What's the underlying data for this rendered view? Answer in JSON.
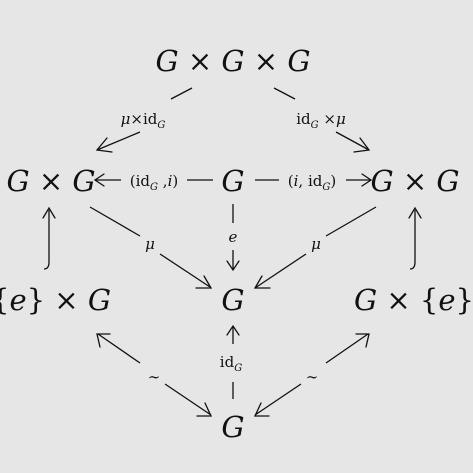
{
  "nodes": {
    "top": [
      "G",
      " × ",
      "G",
      " × ",
      "G"
    ],
    "left": [
      "G",
      " × ",
      "G"
    ],
    "center": [
      "G"
    ],
    "right": [
      "G",
      " × ",
      "G"
    ],
    "lower_left": [
      "{",
      "e",
      "} × ",
      "G"
    ],
    "middle": [
      "G"
    ],
    "lower_right": [
      "G",
      " × {",
      "e",
      "}"
    ],
    "bottom": [
      "G"
    ]
  },
  "labels": {
    "top_left": {
      "mu": "μ",
      "times": "×",
      "id": "id",
      "sub": "G"
    },
    "top_right": {
      "id": "id",
      "sub": "G",
      "times": " ×",
      "mu": "μ"
    },
    "left_center": {
      "open": "(",
      "id": "id",
      "sub": "G",
      "mid": " ,",
      "i": "i",
      "close": ")"
    },
    "center_right": {
      "open": "(",
      "i": "i",
      "mid": ", ",
      "id": "id",
      "sub": "G",
      "close": ")"
    },
    "left_middle": "μ",
    "center_middle": "e",
    "right_middle": "μ",
    "bottom_middle": {
      "id": "id",
      "sub": "G"
    },
    "bottom_left": "∼",
    "bottom_right": "∼"
  }
}
